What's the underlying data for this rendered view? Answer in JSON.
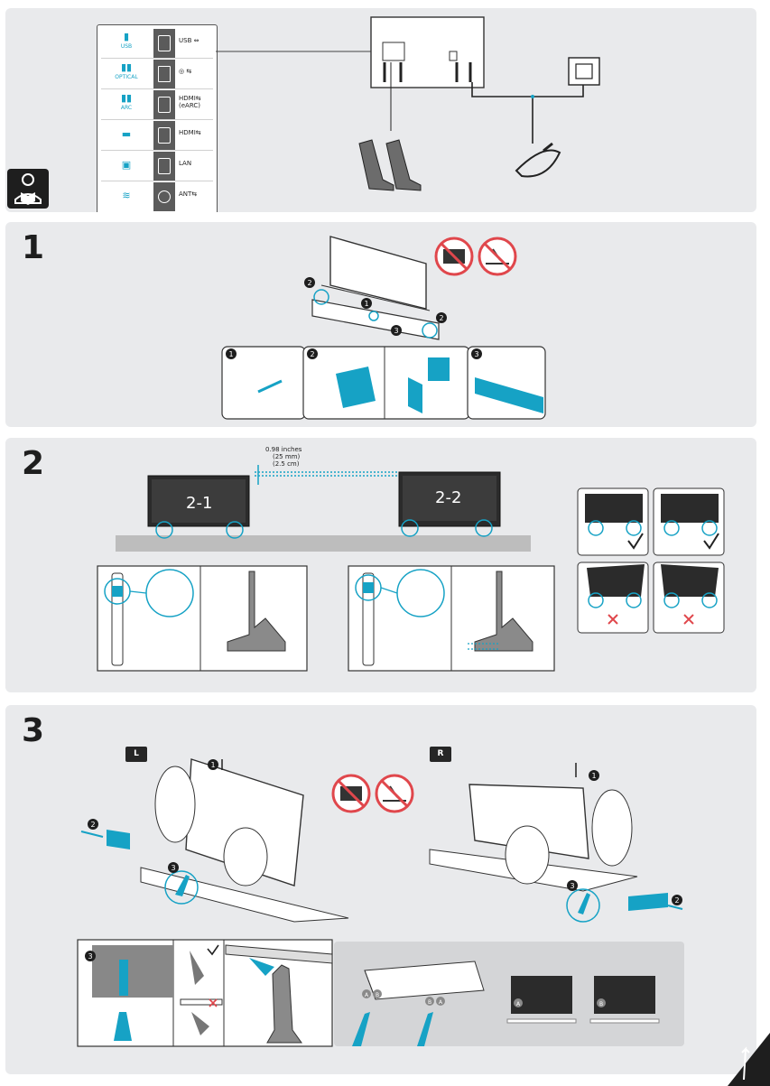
{
  "ports": [
    {
      "icon": "usb-icon",
      "caption": "USB",
      "label": "USB ⇔"
    },
    {
      "icon": "optical-icon",
      "caption": "OPTICAL",
      "label": "◎ ⇆"
    },
    {
      "icon": "arc-icon",
      "caption": "ARC",
      "label": "HDMI⇆\n(eARC)"
    },
    {
      "icon": "set-top-box-icon",
      "caption": "",
      "label": "HDMI⇆"
    },
    {
      "icon": "lan-icon",
      "caption": "",
      "label": "LAN"
    },
    {
      "icon": "antenna-icon",
      "caption": "",
      "label": "ANT⇆"
    }
  ],
  "steps": {
    "step1": "1",
    "step2": "2",
    "step3": "3"
  },
  "callouts": {
    "c1": "1",
    "c2": "2",
    "c3": "3"
  },
  "step2": {
    "gap_line1": "0.98 inches",
    "gap_line2": "(25 mm)",
    "gap_line3": "(2.5 cm)",
    "tv_left": "2-1",
    "tv_right": "2-2"
  },
  "step3": {
    "left_tag": "L",
    "right_tag": "R",
    "stand_a": "A",
    "stand_b": "B"
  },
  "colors": {
    "accent": "#16a2c5",
    "dark": "#1e1e1e",
    "panel": "#e9eaec",
    "no_sign": "#e0474c"
  }
}
